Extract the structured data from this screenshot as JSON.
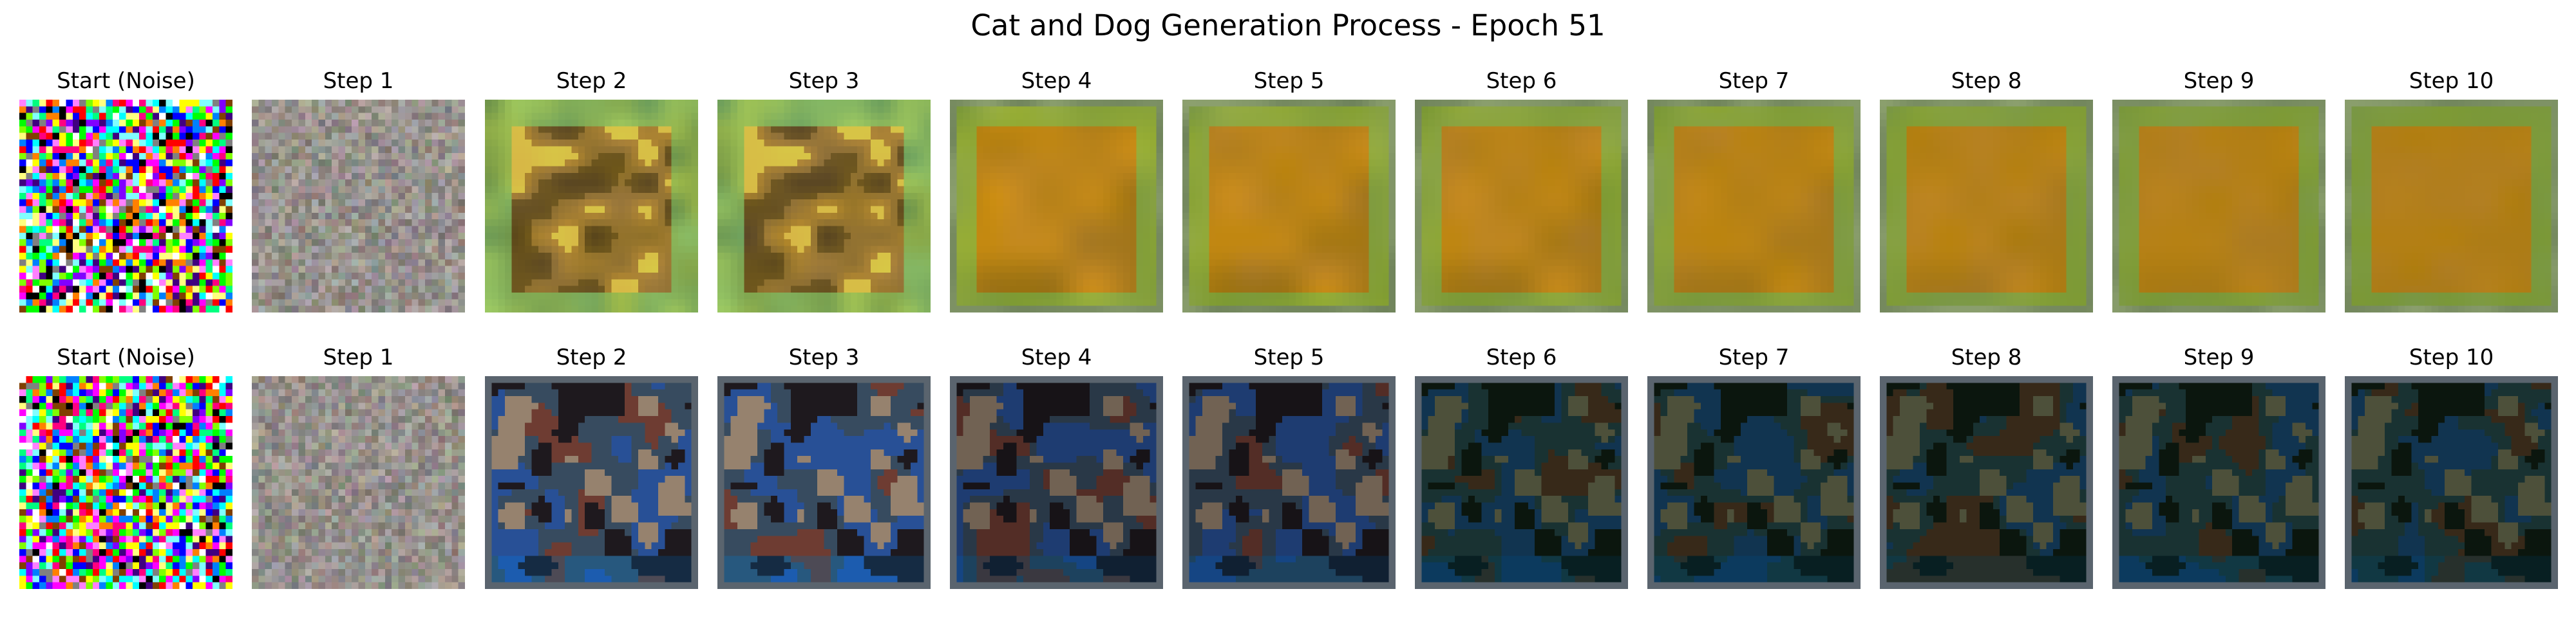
{
  "figure": {
    "title": "Cat and Dog Generation Process - Epoch 51"
  },
  "rows": [
    {
      "panels": [
        {
          "title": "Start (Noise)",
          "image": "random-noise"
        },
        {
          "title": "Step 1",
          "image": "gray-grain"
        },
        {
          "title": "Step 2",
          "image": "brown-yellow-blurred-square"
        },
        {
          "title": "Step 3",
          "image": "brown-yellow-blurred-square"
        },
        {
          "title": "Step 4",
          "image": "orange-square-green-border"
        },
        {
          "title": "Step 5",
          "image": "orange-square-green-border"
        },
        {
          "title": "Step 6",
          "image": "orange-square-green-border"
        },
        {
          "title": "Step 7",
          "image": "orange-square-green-border"
        },
        {
          "title": "Step 8",
          "image": "orange-square-green-border"
        },
        {
          "title": "Step 9",
          "image": "orange-square-green-border"
        },
        {
          "title": "Step 10",
          "image": "orange-square-green-border"
        }
      ]
    },
    {
      "panels": [
        {
          "title": "Start (Noise)",
          "image": "random-noise"
        },
        {
          "title": "Step 1",
          "image": "gray-grain"
        },
        {
          "title": "Step 2",
          "image": "blue-brown-blurred-blobs"
        },
        {
          "title": "Step 3",
          "image": "blue-brown-blurred-blobs"
        },
        {
          "title": "Step 4",
          "image": "dark-blue-blurred-blobs"
        },
        {
          "title": "Step 5",
          "image": "dark-blue-blurred-blobs"
        },
        {
          "title": "Step 6",
          "image": "dark-teal-blurred-blobs"
        },
        {
          "title": "Step 7",
          "image": "dark-teal-blurred-blobs"
        },
        {
          "title": "Step 8",
          "image": "dark-teal-blurred-blobs"
        },
        {
          "title": "Step 9",
          "image": "dark-teal-blurred-blobs"
        },
        {
          "title": "Step 10",
          "image": "dark-teal-blurred-blobs"
        }
      ]
    }
  ]
}
